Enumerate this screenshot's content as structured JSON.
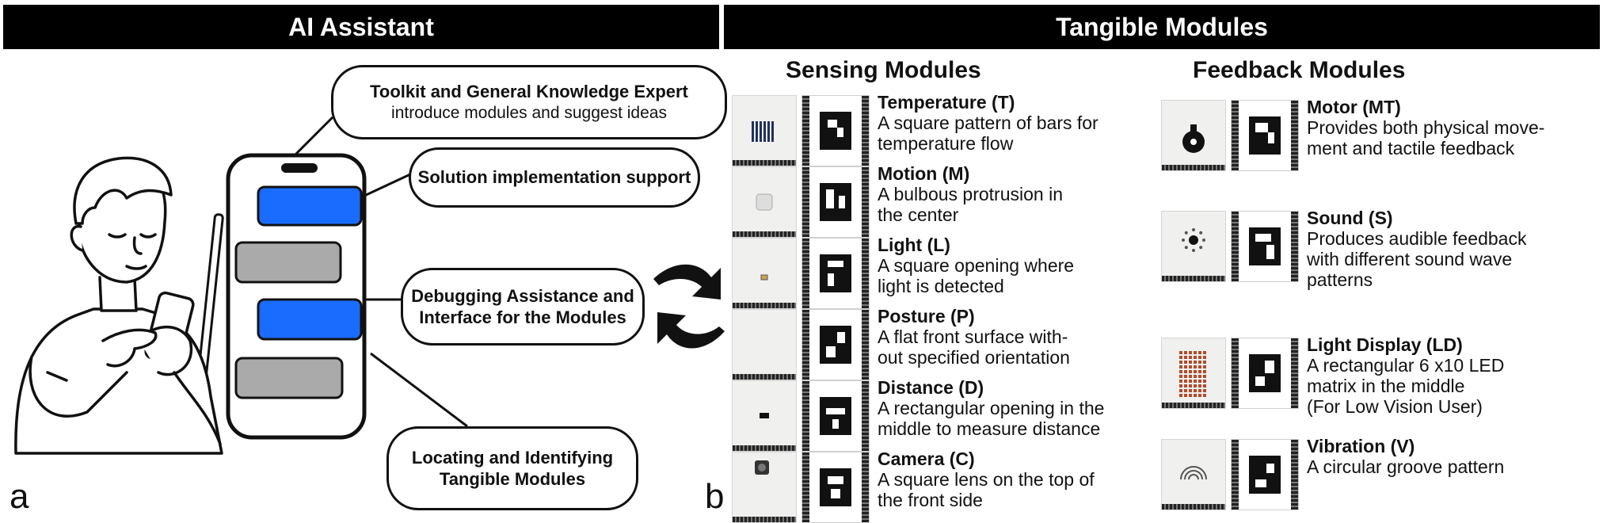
{
  "banners": {
    "left": "AI Assistant",
    "right": "Tangible Modules"
  },
  "panel_labels": {
    "a": "a",
    "b": "b"
  },
  "bubbles": [
    {
      "title": "Toolkit and General Knowledge Expert",
      "subtitle": "introduce modules and suggest ideas"
    },
    {
      "title": "Solution implementation support"
    },
    {
      "title_lines": [
        "Debugging Assistance and",
        "Interface for the Modules"
      ]
    },
    {
      "title_lines": [
        "Locating and Identifying",
        "Tangible Modules"
      ]
    }
  ],
  "sensing": {
    "title": "Sensing Modules",
    "modules": [
      {
        "name": "Temperature (T)",
        "desc": [
          "A square pattern of bars for",
          "temperature flow"
        ],
        "feature": "bars"
      },
      {
        "name": "Motion (M)",
        "desc": [
          "A bulbous protrusion in",
          "the center"
        ],
        "feature": "bulb"
      },
      {
        "name": "Light (L)",
        "desc": [
          "A square opening where",
          "light is detected"
        ],
        "feature": "small-square"
      },
      {
        "name": "Posture (P)",
        "desc": [
          "A flat front surface with-",
          "out specified orientation"
        ],
        "feature": "none"
      },
      {
        "name": "Distance (D)",
        "desc": [
          "A rectangular opening in the",
          "middle to measure distance"
        ],
        "feature": "rect"
      },
      {
        "name": "Camera (C)",
        "desc": [
          "A square lens on the top of",
          "the front side"
        ],
        "feature": "lens"
      }
    ]
  },
  "feedback": {
    "title": "Feedback Modules",
    "modules": [
      {
        "name": "Motor (MT)",
        "desc": [
          "Provides both physical move-",
          "ment and tactile feedback"
        ],
        "feature": "motor"
      },
      {
        "name": "Sound (S)",
        "desc": [
          "Produces audible feedback",
          "with different sound wave",
          "patterns"
        ],
        "feature": "speaker"
      },
      {
        "name": "Light Display (LD)",
        "desc": [
          "A rectangular 6 x10 LED",
          "matrix in the middle",
          "(For Low Vision User)"
        ],
        "feature": "matrix"
      },
      {
        "name": "Vibration (V)",
        "desc": [
          "A circular groove pattern"
        ],
        "feature": "groove"
      }
    ]
  },
  "colors": {
    "banner": "#000000",
    "chat_blue": "#1a6cff",
    "chat_gray": "#aaaaaa"
  }
}
